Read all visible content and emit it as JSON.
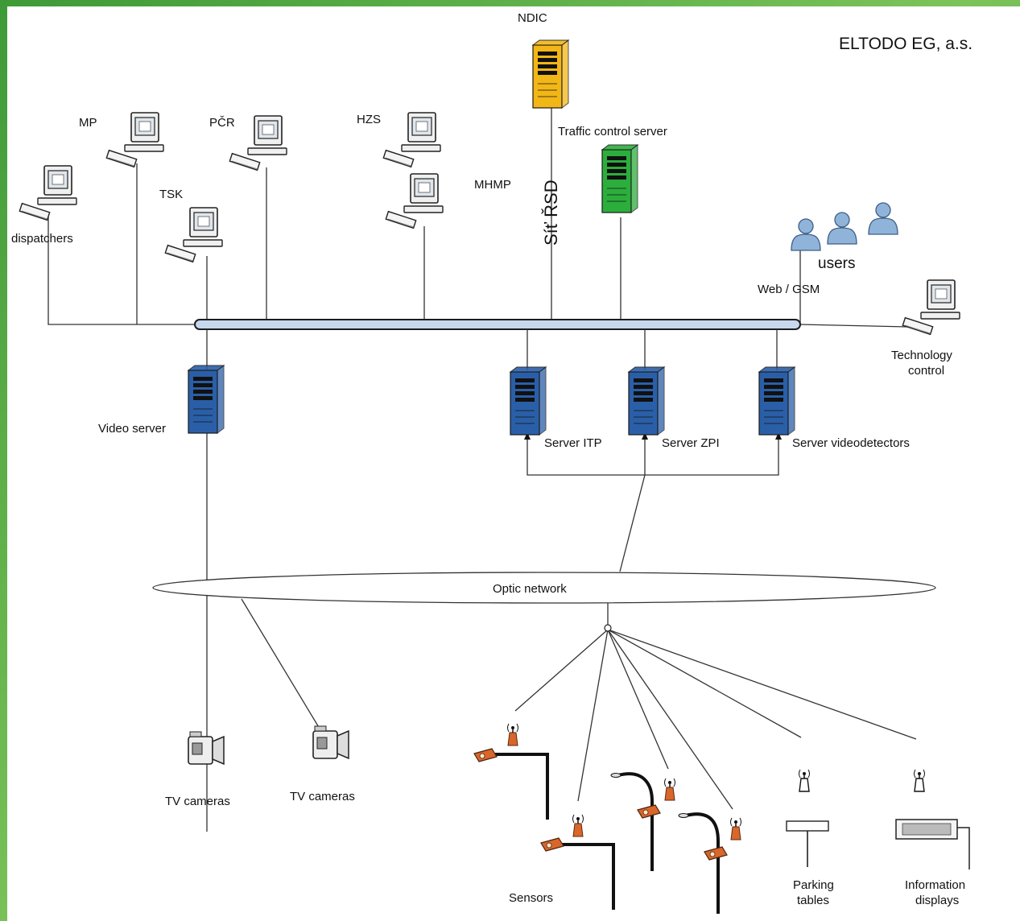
{
  "header": {
    "company": "ELTODO EG, a.s."
  },
  "nodes": {
    "ndic": "NDIC",
    "traffic_control_server": "Traffic control server",
    "network_rsd": "Síť ŘSD",
    "mp": "MP",
    "pcr": "PČR",
    "hzs": "HZS",
    "mhmp": "MHMP",
    "tsk": "TSK",
    "dispatchers": "dispatchers",
    "users": "users",
    "web_gsm": "Web / GSM",
    "technology_control_1": "Technology",
    "technology_control_2": "control",
    "video_server": "Video server",
    "server_itp": "Server ITP",
    "server_zpi": "Server ZPI",
    "server_videodetectors": "Server videodetectors",
    "optic_network": "Optic network",
    "tv_cameras_1": "TV cameras",
    "tv_cameras_2": "TV cameras",
    "sensors": "Sensors",
    "parking_tables_1": "Parking",
    "parking_tables_2": "tables",
    "information_displays_1": "Information",
    "information_displays_2": "displays"
  },
  "colors": {
    "frame_green": "#3e9a37",
    "bus_fill": "#c7d8ee",
    "server_blue": "#2a5fa8",
    "server_green": "#2cae3c",
    "server_yellow": "#f2b616",
    "sensor_orange": "#d9662a",
    "user_blue": "#7aa3cf"
  }
}
